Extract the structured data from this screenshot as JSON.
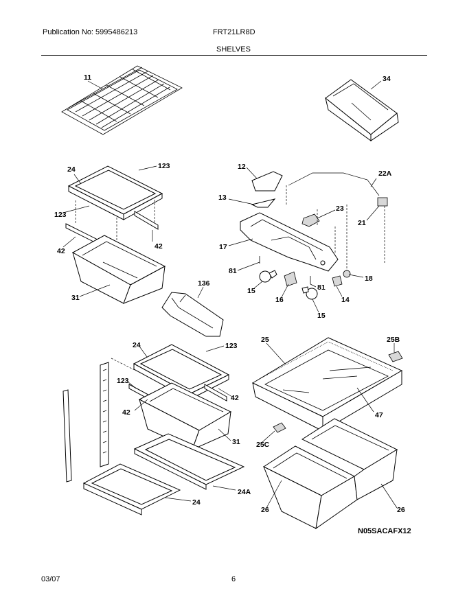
{
  "header": {
    "publication": "Publication No: 5995486213",
    "model": "FRT21LR8D",
    "section": "SHELVES"
  },
  "footer": {
    "date": "03/07",
    "page": "6",
    "diagram_code": "N05SACAFX12"
  },
  "callouts": [
    {
      "id": "c-11",
      "text": "11"
    },
    {
      "id": "c-34",
      "text": "34"
    },
    {
      "id": "c-24a",
      "text": "24"
    },
    {
      "id": "c-123a",
      "text": "123"
    },
    {
      "id": "c-123b",
      "text": "123"
    },
    {
      "id": "c-42a",
      "text": "42"
    },
    {
      "id": "c-42b",
      "text": "42"
    },
    {
      "id": "c-31a",
      "text": "31"
    },
    {
      "id": "c-12",
      "text": "12"
    },
    {
      "id": "c-22a",
      "text": "22A"
    },
    {
      "id": "c-13",
      "text": "13"
    },
    {
      "id": "c-23",
      "text": "23"
    },
    {
      "id": "c-21",
      "text": "21"
    },
    {
      "id": "c-17",
      "text": "17"
    },
    {
      "id": "c-81a",
      "text": "81"
    },
    {
      "id": "c-18",
      "text": "18"
    },
    {
      "id": "c-15a",
      "text": "15"
    },
    {
      "id": "c-81b",
      "text": "81"
    },
    {
      "id": "c-16",
      "text": "16"
    },
    {
      "id": "c-14",
      "text": "14"
    },
    {
      "id": "c-15b",
      "text": "15"
    },
    {
      "id": "c-136",
      "text": "136"
    },
    {
      "id": "c-24b",
      "text": "24"
    },
    {
      "id": "c-123c",
      "text": "123"
    },
    {
      "id": "c-25",
      "text": "25"
    },
    {
      "id": "c-25b",
      "text": "25B"
    },
    {
      "id": "c-123d",
      "text": "123"
    },
    {
      "id": "c-42c",
      "text": "42"
    },
    {
      "id": "c-42d",
      "text": "42"
    },
    {
      "id": "c-47",
      "text": "47"
    },
    {
      "id": "c-31b",
      "text": "31"
    },
    {
      "id": "c-25c",
      "text": "25C"
    },
    {
      "id": "c-24c",
      "text": "24A"
    },
    {
      "id": "c-24d",
      "text": "24"
    },
    {
      "id": "c-26a",
      "text": "26"
    },
    {
      "id": "c-26b",
      "text": "26"
    }
  ]
}
